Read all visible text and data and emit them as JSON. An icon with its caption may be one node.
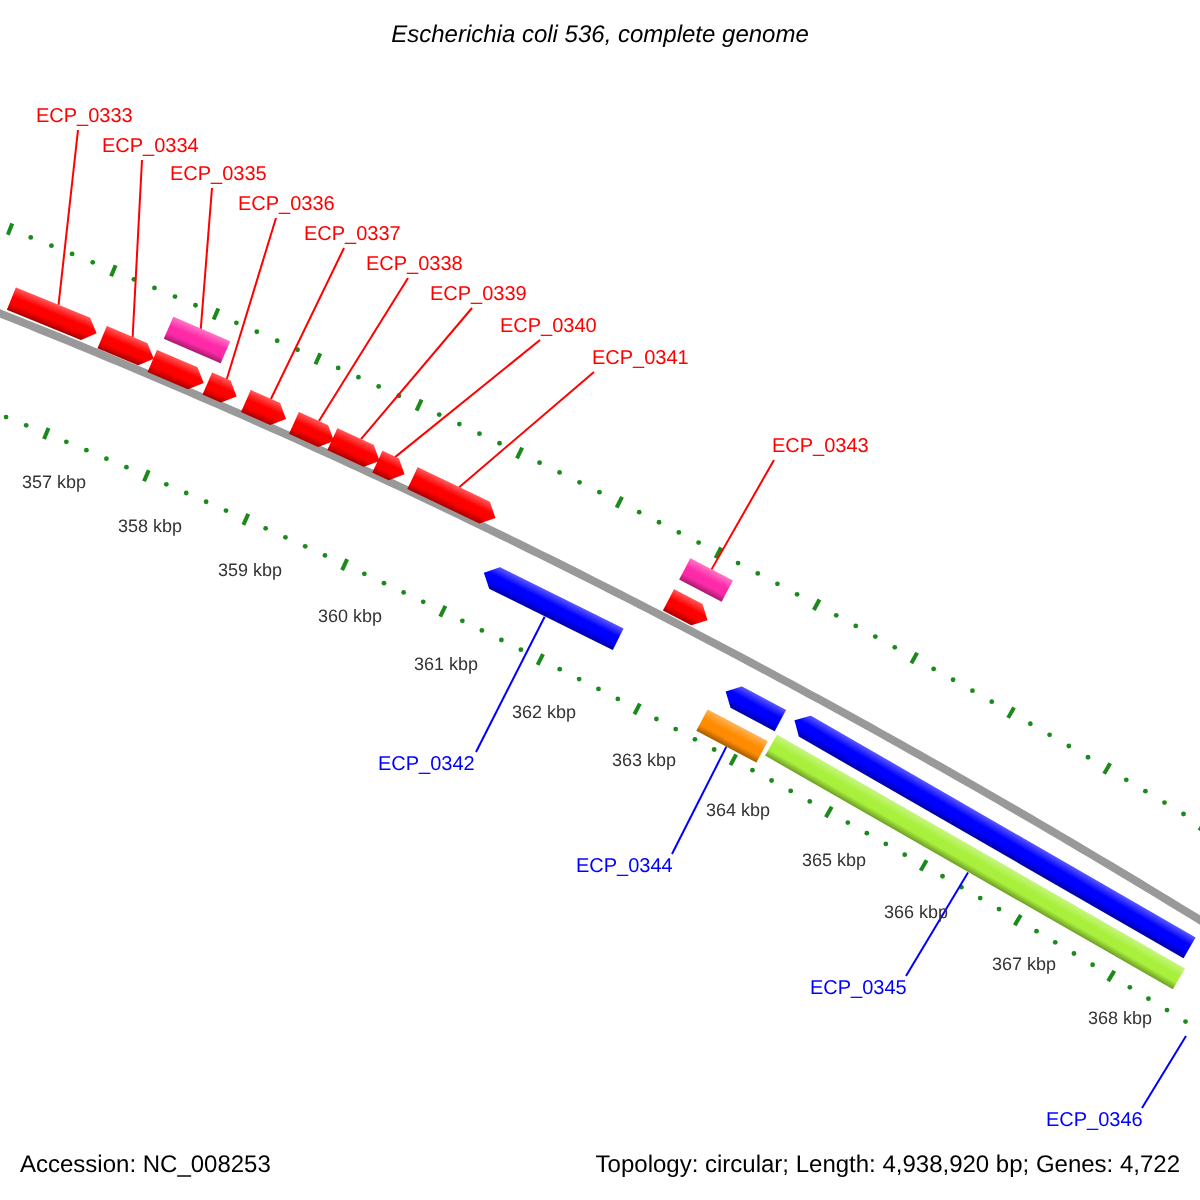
{
  "diagram": {
    "title": "Escherichia coli 536, complete genome",
    "nodes": [
      {
        "text": [
          "ECP_0333"
        ]
      },
      {
        "text": [
          "ECP_0334"
        ]
      },
      {
        "text": [
          "ECP_0335"
        ]
      },
      {
        "text": [
          "ECP_0336"
        ]
      },
      {
        "text": [
          "ECP_0337"
        ]
      },
      {
        "text": [
          "ECP_0338"
        ]
      },
      {
        "text": [
          "ECP_0339"
        ]
      },
      {
        "text": [
          "ECP_0340"
        ]
      },
      {
        "text": [
          "ECP_0341"
        ]
      },
      {
        "text": [
          "ECP_0343"
        ]
      },
      {
        "text": [
          "ECP_0342"
        ]
      },
      {
        "text": [
          "ECP_0344"
        ]
      },
      {
        "text": [
          "ECP_0345"
        ]
      },
      {
        "text": [
          "ECP_0346"
        ]
      },
      {
        "text": [],
        "shape": "arrow"
      },
      {
        "text": [],
        "shape": "arrow"
      },
      {
        "text": [],
        "shape": "box"
      },
      {
        "text": [],
        "shape": "arrow"
      },
      {
        "text": [],
        "shape": "arrow"
      },
      {
        "text": [],
        "shape": "arrow"
      },
      {
        "text": [],
        "shape": "arrow"
      },
      {
        "text": [],
        "shape": "arrow"
      },
      {
        "text": [],
        "shape": "arrow"
      },
      {
        "text": [],
        "shape": "arrow"
      },
      {
        "text": [],
        "shape": "arrow"
      },
      {
        "text": [],
        "shape": "box"
      },
      {
        "text": [],
        "shape": "arrow"
      },
      {
        "text": [],
        "shape": "bar"
      },
      {
        "text": [],
        "shape": "arrow"
      },
      {
        "text": [],
        "shape": "bar"
      },
      {
        "text": [],
        "shape": "arrow"
      }
    ],
    "edges": [
      {
        "from": 0,
        "to": 14,
        "arrow": "none"
      },
      {
        "from": 1,
        "to": 15,
        "arrow": "none"
      },
      {
        "from": 2,
        "to": 16,
        "arrow": "none"
      },
      {
        "from": 3,
        "to": 18,
        "arrow": "none"
      },
      {
        "from": 4,
        "to": 19,
        "arrow": "none"
      },
      {
        "from": 5,
        "to": 20,
        "arrow": "none"
      },
      {
        "from": 6,
        "to": 21,
        "arrow": "none"
      },
      {
        "from": 7,
        "to": 22,
        "arrow": "none"
      },
      {
        "from": 8,
        "to": 23,
        "arrow": "none"
      },
      {
        "from": 9,
        "to": 25,
        "arrow": "none"
      },
      {
        "from": 10,
        "to": 24,
        "arrow": "none",
        "color": "#0000ff"
      },
      {
        "from": 11,
        "to": 27,
        "arrow": "none",
        "color": "#0000ff"
      },
      {
        "from": 12,
        "to": 29,
        "arrow": "none",
        "color": "#0000ff"
      },
      {
        "from": 13,
        "to": null,
        "arrow": "none",
        "color": "#0000ff"
      }
    ],
    "labels": [
      "357 kbp",
      "358 kbp",
      "359 kbp",
      "360 kbp",
      "361 kbp",
      "362 kbp",
      "363 kbp",
      "364 kbp",
      "365 kbp",
      "366 kbp",
      "367 kbp",
      "368 kbp",
      "Accession: NC_008253",
      "Topology: circular; Length: 4,938,920 bp; Genes: 4,722"
    ]
  }
}
